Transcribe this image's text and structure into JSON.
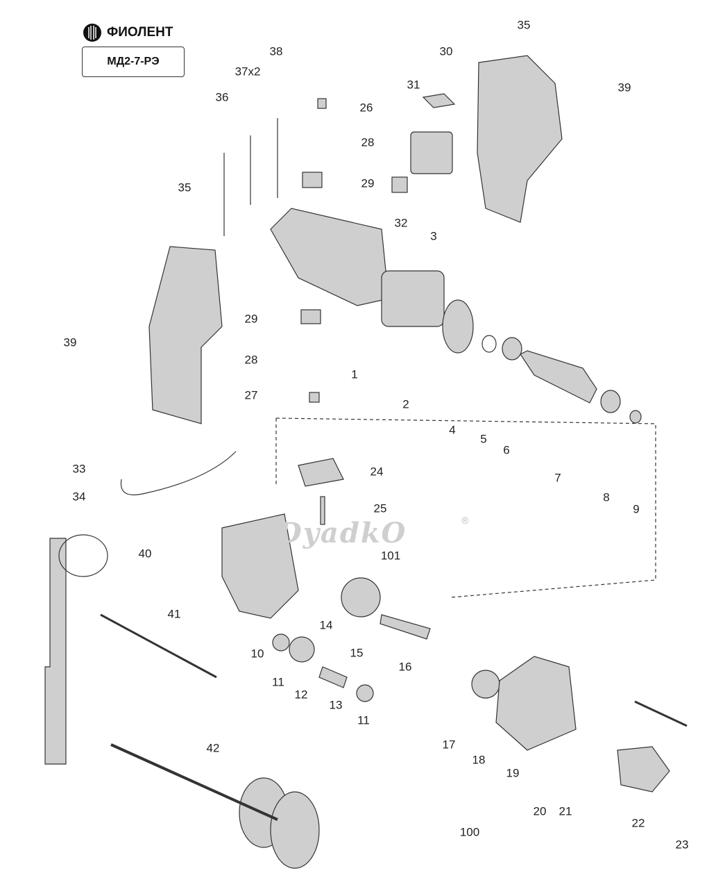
{
  "brand": {
    "name": "ФИОЛЕНТ",
    "model": "МД2-7-РЭ"
  },
  "watermark": {
    "text": "DyadkO",
    "mark": "®"
  },
  "callouts": [
    "35",
    "39",
    "38",
    "37x2",
    "36",
    "30",
    "31",
    "26",
    "28",
    "29",
    "32",
    "35",
    "3",
    "29",
    "28",
    "1",
    "2",
    "27",
    "4",
    "5",
    "6",
    "7",
    "8",
    "9",
    "39",
    "33",
    "34",
    "24",
    "25",
    "40",
    "101",
    "41",
    "14",
    "15",
    "10",
    "16",
    "11",
    "12",
    "13",
    "11",
    "17",
    "18",
    "19",
    "42",
    "20",
    "21",
    "22",
    "100",
    "23"
  ]
}
